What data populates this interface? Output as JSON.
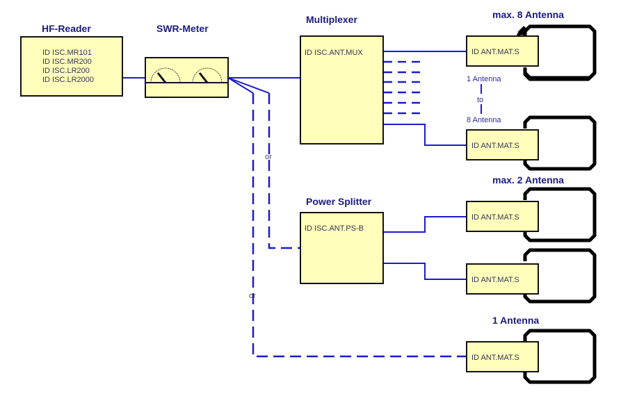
{
  "hf_reader": {
    "title": "HF-Reader",
    "models": [
      "ID ISC.MR101",
      "ID ISC.MR200",
      "ID ISC.LR200",
      "ID ISC.LR2000"
    ]
  },
  "swr_meter": {
    "title": "SWR-Meter"
  },
  "multiplexer": {
    "title": "Multiplexer",
    "model": "ID ISC.ANT.MUX"
  },
  "power_splitter": {
    "title": "Power Splitter",
    "model": "ID ISC.ANT.PS-B"
  },
  "antenna_groups": [
    {
      "title": "max. 8 Antenna",
      "antennas": [
        "ID ANT.MAT.S",
        "ID ANT.MAT.S"
      ],
      "range": {
        "from": "1 Antenna",
        "to_word": "to",
        "to": "8 Antenna"
      }
    },
    {
      "title": "max. 2 Antenna",
      "antennas": [
        "ID ANT.MAT.S",
        "ID ANT.MAT.S"
      ]
    },
    {
      "title": "1 Antenna",
      "antennas": [
        "ID ANT.MAT.S"
      ]
    }
  ],
  "alternatives": [
    "or",
    "or"
  ],
  "colors": {
    "box_fill": "#ffffbb",
    "wire": "#1a1acc",
    "title": "#1a1a80"
  }
}
